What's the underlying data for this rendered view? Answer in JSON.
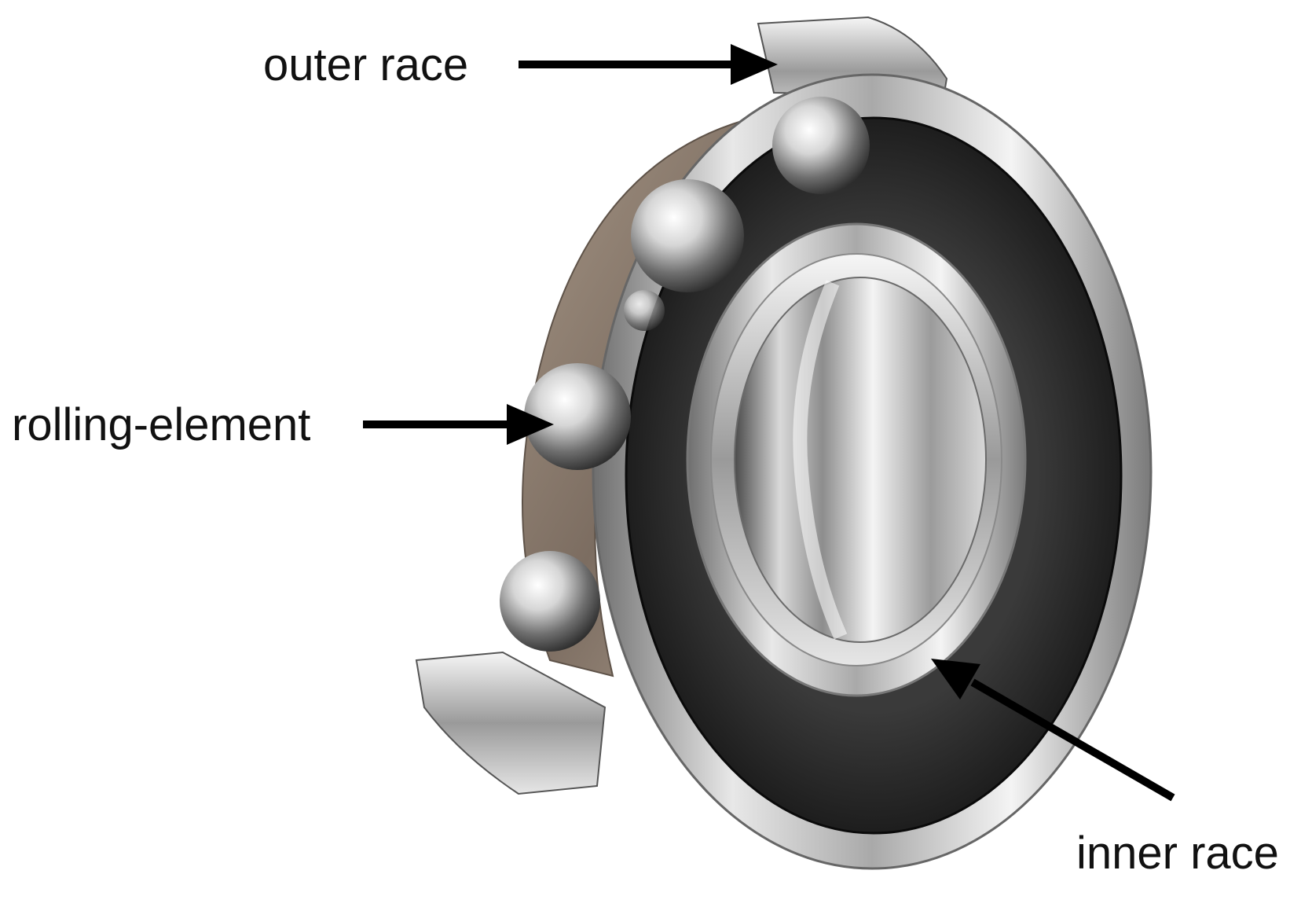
{
  "labels": {
    "outer_race": "outer race",
    "rolling_element": "rolling-element",
    "inner_race": "inner race"
  },
  "colors": {
    "background": "#ffffff",
    "text": "#111111",
    "arrow": "#000000",
    "seal": "#1e1e1e",
    "steel_light": "#f2f2f2",
    "steel_mid": "#b8b8b8",
    "steel_dark": "#5e5e5e",
    "cage_bronze": "#8a7a6c"
  },
  "illustration": {
    "subject": "ball-bearing-cutaway",
    "ball_count": 5
  }
}
